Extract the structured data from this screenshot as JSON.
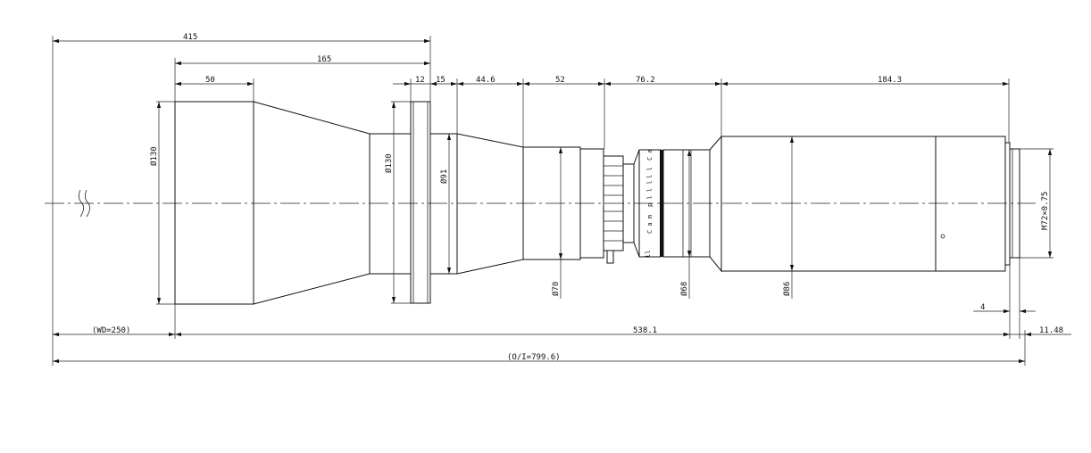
{
  "dimensions": {
    "d415": "415",
    "d165": "165",
    "d50": "50",
    "d12": "12",
    "d15": "15",
    "d44_6": "44.6",
    "d52": "52",
    "d76_2": "76.2",
    "d184_3": "184.3",
    "wd": "(WD=250)",
    "d538_1": "538.1",
    "d11_48": "11.48",
    "d4": "4",
    "oi": "(O/I=799.6)"
  },
  "diameters": {
    "dia130_front": "Ø130",
    "dia130_flange": "Ø130",
    "dia91": "Ø91",
    "dia70": "Ø70",
    "dia68": "Ø68",
    "dia86": "Ø86",
    "thread": "M72×0.75"
  },
  "ring_text": {
    "left": "ll",
    "a": "C a m",
    "b": "p l l l",
    "c": "l l",
    "d": "C a"
  }
}
